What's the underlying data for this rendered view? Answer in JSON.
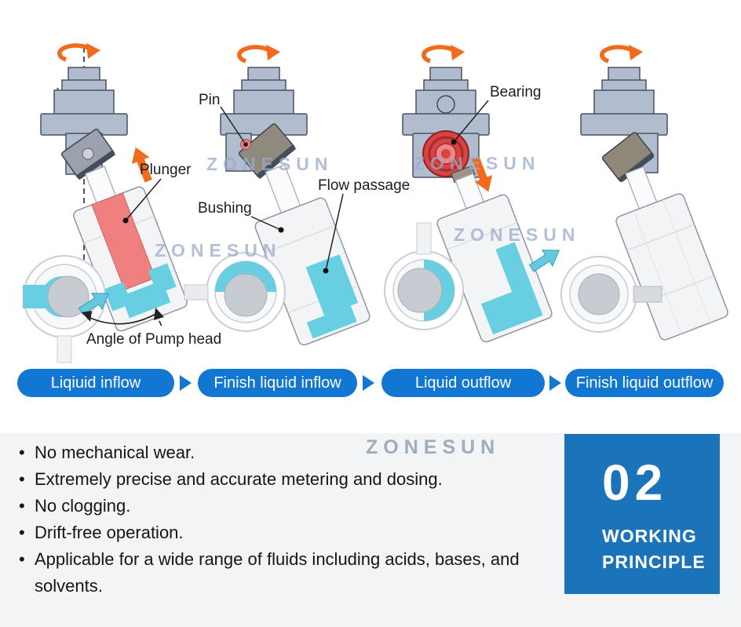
{
  "brand": "ZONESUN",
  "pumps": {
    "labels": {
      "pin": "Pin",
      "plunger": "Plunger",
      "bushing": "Bushing",
      "flow_passage": "Flow passage",
      "bearing": "Bearing",
      "angle_of_pump_head": "Angle of Pump head"
    }
  },
  "stages": [
    {
      "label": "Liqiuid inflow"
    },
    {
      "label": "Finish liquid inflow"
    },
    {
      "label": "Liquid outflow"
    },
    {
      "label": "Finish liquid outflow"
    }
  ],
  "features": [
    "No mechanical wear.",
    "Extremely precise and accurate metering and dosing.",
    "No clogging.",
    "Drift-free operation.",
    "Applicable for a wide range of fluids including acids, bases, and solvents."
  ],
  "badge": {
    "number": "02",
    "title_line1": "WORKING",
    "title_line2": "PRINCIPLE"
  },
  "colors": {
    "stage_pill_blue": "#1277d3",
    "badge_blue": "#1b73b9",
    "accent_orange": "#f26a1b",
    "liquid_cyan": "#68cfe2",
    "plunger_red": "#f08080",
    "bearing_red": "#d64444",
    "motor_gray_blue": "#b2bccf",
    "panel_background": "#f3f4f5",
    "watermark_gray_blue": "#9aabc9"
  }
}
